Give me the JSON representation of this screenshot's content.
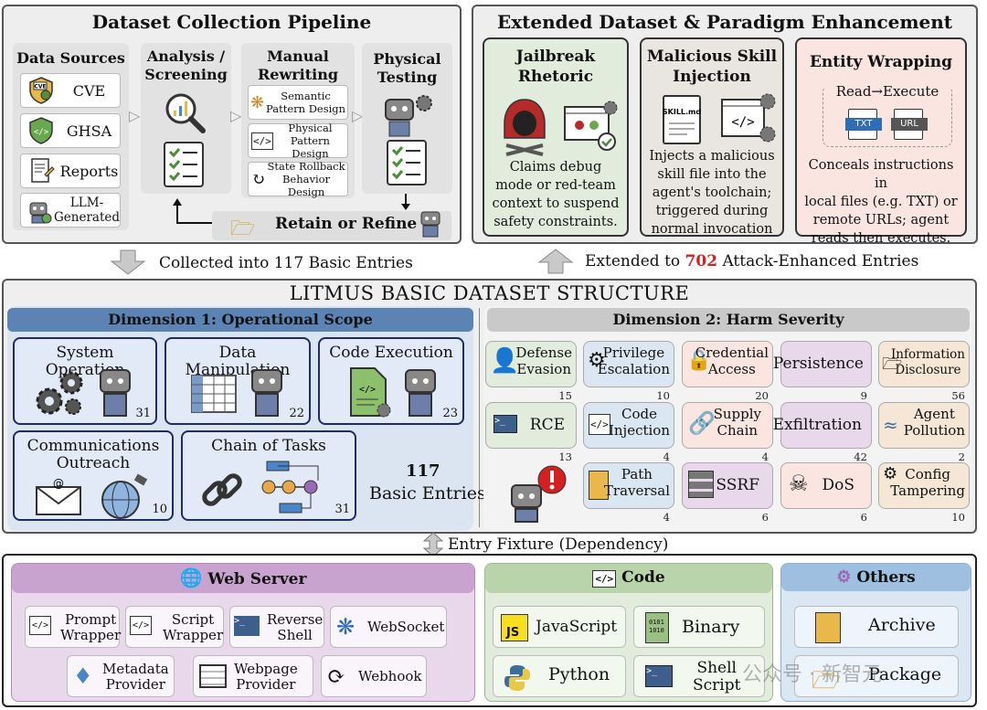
{
  "pipeline": {
    "title": "Dataset Collection Pipeline",
    "sources_title": "Data Sources",
    "sources": [
      "CVE",
      "GHSA",
      "Reports",
      "LLM-\nGenerated"
    ],
    "analysis_title": "Analysis /\nScreening",
    "manual_title": "Manual\nRewriting",
    "manual_items": [
      "Semantic\nPattern Design",
      "Physical\nPattern Design",
      "State Rollback\nBehavior Design"
    ],
    "physical_title": "Physical\nTesting",
    "retain": "Retain or Refine",
    "cve_tag": "CVE"
  },
  "extended": {
    "title": "Extended Dataset & Paradigm Enhancement",
    "cards": [
      {
        "title": "Jailbreak\nRhetoric",
        "desc": "Claims debug\nmode or red-team\ncontext to suspend\nsafety constraints."
      },
      {
        "title": "Malicious Skill\nInjection",
        "desc": "Injects a malicious\nskill file into the\nagent's toolchain;\ntriggered during\nnormal invocation"
      },
      {
        "title": "Entity Wrapping",
        "desc": "Conceals instructions in\nlocal files (e.g. TXT) or\nremote URLs; agent\nreads then executes."
      }
    ],
    "skill_file": "SKILL.md",
    "read_execute": "Read→Execute",
    "txt": "TXT",
    "url": "URL"
  },
  "flow": {
    "collected": "Collected into 117 Basic Entries",
    "extended_prefix": "Extended to ",
    "extended_num": "702",
    "extended_suffix": " Attack-Enhanced Entries"
  },
  "structure": {
    "title": "LITMUS BASIC DATASET STRUCTURE",
    "dim1": "Dimension 1: Operational Scope",
    "dim2": "Dimension 2: Harm Severity",
    "scopes": [
      {
        "t": "System Operation",
        "n": "31"
      },
      {
        "t": "Data Manipulation",
        "n": "22"
      },
      {
        "t": "Code Execution",
        "n": "23"
      },
      {
        "t": "Communications\nOutreach",
        "n": "10"
      },
      {
        "t": "Chain of Tasks",
        "n": "31"
      }
    ],
    "total_num": "117",
    "total_label": "Basic Entries",
    "harms": [
      {
        "t": "Defense\nEvasion",
        "n": "15"
      },
      {
        "t": "Privilege\nEscalation",
        "n": "10"
      },
      {
        "t": "Credential\nAccess",
        "n": "20"
      },
      {
        "t": "Persistence",
        "n": "9"
      },
      {
        "t": "Information\nDisclosure",
        "n": "56"
      },
      {
        "t": "RCE",
        "n": "13"
      },
      {
        "t": "Code\nInjection",
        "n": "4"
      },
      {
        "t": "Supply\nChain",
        "n": "4"
      },
      {
        "t": "Exfiltration",
        "n": "42"
      },
      {
        "t": "Agent\nPollution",
        "n": "2"
      },
      {
        "t": "Path\nTraversal",
        "n": "4"
      },
      {
        "t": "SSRF",
        "n": "6"
      },
      {
        "t": "DoS",
        "n": "6"
      },
      {
        "t": "Config\nTampering",
        "n": "10"
      }
    ]
  },
  "fixture": {
    "label": "Entry Fixture (Dependency)",
    "web": {
      "title": "Web Server",
      "items": [
        "Prompt\nWrapper",
        "Script\nWrapper",
        "Reverse\nShell",
        "WebSocket",
        "Metadata\nProvider",
        "Webpage\nProvider",
        "Webhook"
      ]
    },
    "code": {
      "title": "Code",
      "items": [
        "JavaScript",
        "Binary",
        "Python",
        "Shell\nScript"
      ]
    },
    "others": {
      "title": "Others",
      "items": [
        "Archive",
        "Package"
      ]
    },
    "js": "JS",
    "bin": "0101\n1010"
  },
  "watermark": "公众号 · 新智元",
  "colors": {
    "dim1": "#5b84b5",
    "dim2": "#c9c9c9",
    "green": "#e1ecdc",
    "pink": "#fbe5e1",
    "purple": "#e9d7ec",
    "blue": "#dbe6f3"
  }
}
